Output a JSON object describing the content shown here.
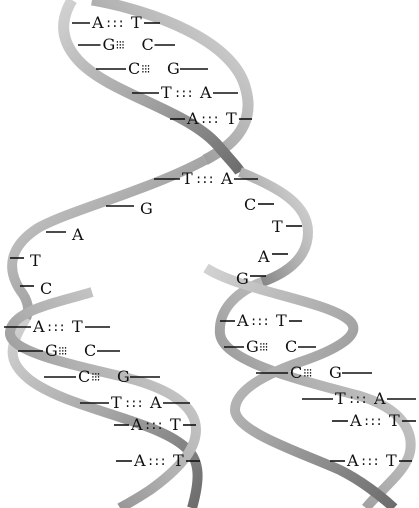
{
  "top_pairs": [
    {
      "left": "A",
      "right": "T",
      "bond": "double"
    },
    {
      "left": "G",
      "right": "C",
      "bond": "triple"
    },
    {
      "left": "C",
      "right": "G",
      "bond": "triple"
    },
    {
      "left": "T",
      "right": "A",
      "bond": "double"
    },
    {
      "left": "A",
      "right": "T",
      "bond": "double"
    },
    {
      "left": "T",
      "right": "A",
      "bond": "double"
    }
  ],
  "unpaired_left": [
    "G",
    "A",
    "T",
    "C"
  ],
  "unpaired_right": [
    "C",
    "T",
    "A",
    "G"
  ],
  "left_daughter_pairs": [
    {
      "left": "A",
      "right": "T",
      "bond": "double"
    },
    {
      "left": "G",
      "right": "C",
      "bond": "triple"
    },
    {
      "left": "C",
      "right": "G",
      "bond": "triple"
    },
    {
      "left": "T",
      "right": "A",
      "bond": "double"
    },
    {
      "left": "A",
      "right": "T",
      "bond": "double"
    },
    {
      "left": "A",
      "right": "T",
      "bond": "double"
    }
  ],
  "right_daughter_pairs": [
    {
      "left": "A",
      "right": "T",
      "bond": "double"
    },
    {
      "left": "G",
      "right": "C",
      "bond": "triple"
    },
    {
      "left": "C",
      "right": "G",
      "bond": "triple"
    },
    {
      "left": "T",
      "right": "A",
      "bond": "double"
    },
    {
      "left": "A",
      "right": "T",
      "bond": "double"
    },
    {
      "left": "A",
      "right": "T",
      "bond": "double"
    }
  ],
  "bond_symbols": {
    "double": ":::",
    "triple": "⁝⁝⁝"
  },
  "colors": {
    "strand_light": "#c8c8c8",
    "strand_mid": "#a9a9a9",
    "strand_dark": "#6a6a6a",
    "text": "#111111"
  }
}
